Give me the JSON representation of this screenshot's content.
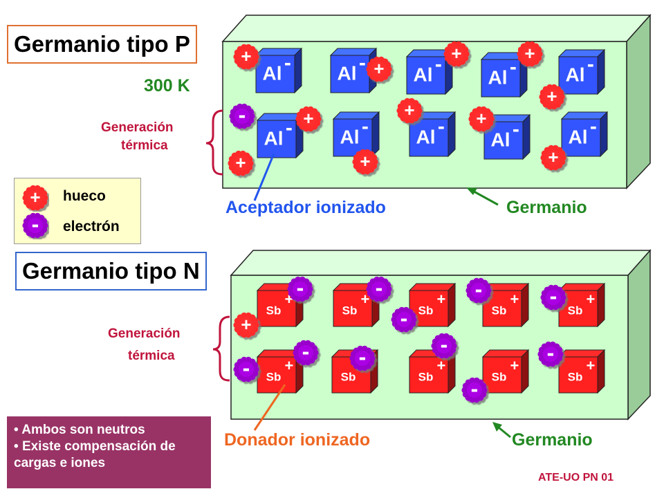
{
  "p_section": {
    "title": "Germanio tipo P",
    "temperature": "300 K",
    "generation_label_1": "Generación",
    "generation_label_2": "térmica",
    "acceptor_label": "Aceptador ionizado",
    "germanium_label": "Germanio",
    "ion_symbol": "Al",
    "ion_charge": "-"
  },
  "legend": {
    "hole_symbol": "+",
    "hole_label": "hueco",
    "electron_symbol": "-",
    "electron_label": "electrón"
  },
  "n_section": {
    "title": "Germanio tipo N",
    "generation_label_1": "Generación",
    "generation_label_2": "térmica",
    "donor_label": "Donador ionizado",
    "germanium_label": "Germanio",
    "ion_symbol": "Sb",
    "ion_charge": "+"
  },
  "notes": {
    "items": [
      "Ambos son neutros",
      "Existe compensación de cargas e iones"
    ]
  },
  "footer": {
    "code": "ATE-UO PN 01"
  },
  "colors": {
    "crystal": "#ccffcc",
    "acceptor_ion": "#3355ff",
    "donor_ion": "#ff2020",
    "hole": "#ff2a2a",
    "electron": "#9a00cc",
    "label_red": "#c0143c",
    "label_green": "#228822",
    "label_blue": "#2255ee",
    "label_orange": "#ee6622"
  }
}
